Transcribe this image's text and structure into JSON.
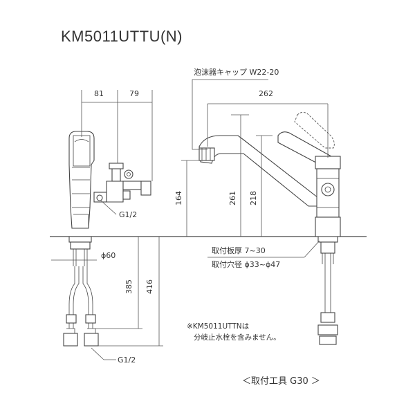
{
  "model": "KM5011UTTU(N)",
  "dimensions": {
    "d81": "81",
    "d79": "79",
    "d262": "262",
    "d164": "164",
    "d261": "261",
    "d218": "218",
    "d385": "385",
    "d416": "416"
  },
  "labels": {
    "aerator_cap": "泡沫器キャップ W22-20",
    "thread_upper": "G1/2",
    "thread_lower": "G1/2",
    "hole_diameter": "ϕ60",
    "plate_thickness": "取付板厚 7~30",
    "mount_hole": "取付穴径 ϕ33~ϕ47"
  },
  "note": {
    "line1": "※KM5011UTTNは",
    "line2": "分岐止水栓を含みません。"
  },
  "footer": "＜取付工具 G30 ＞"
}
